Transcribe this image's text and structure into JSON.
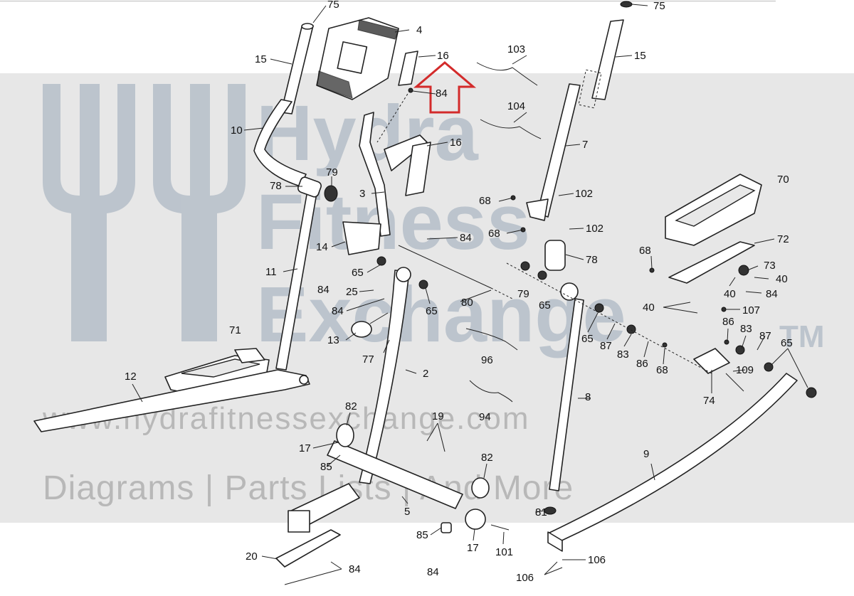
{
  "watermark": {
    "brand_lines": [
      "Hydra",
      "Fitness",
      "Exchange"
    ],
    "trademark": "TM",
    "url": "www.hydrafitnessexchange.com",
    "tagline": "Diagrams | Parts Lists | And More"
  },
  "callouts": [
    {
      "id": "c75a",
      "text": "75"
    },
    {
      "id": "c75b",
      "text": "75"
    },
    {
      "id": "c4",
      "text": "4"
    },
    {
      "id": "c16a",
      "text": "16"
    },
    {
      "id": "c103",
      "text": "103"
    },
    {
      "id": "c15a",
      "text": "15"
    },
    {
      "id": "c15b",
      "text": "15"
    },
    {
      "id": "c84a",
      "text": "84"
    },
    {
      "id": "c104",
      "text": "104"
    },
    {
      "id": "c10",
      "text": "10"
    },
    {
      "id": "c16b",
      "text": "16"
    },
    {
      "id": "c7",
      "text": "7"
    },
    {
      "id": "c78a",
      "text": "78"
    },
    {
      "id": "c79a",
      "text": "79"
    },
    {
      "id": "c3",
      "text": "3"
    },
    {
      "id": "c68a",
      "text": "68"
    },
    {
      "id": "c102a",
      "text": "102"
    },
    {
      "id": "c70",
      "text": "70"
    },
    {
      "id": "c84b",
      "text": "84"
    },
    {
      "id": "c68b",
      "text": "68"
    },
    {
      "id": "c102b",
      "text": "102"
    },
    {
      "id": "c72",
      "text": "72"
    },
    {
      "id": "c14",
      "text": "14"
    },
    {
      "id": "c78b",
      "text": "78"
    },
    {
      "id": "c68c",
      "text": "68"
    },
    {
      "id": "c11",
      "text": "11"
    },
    {
      "id": "c65a",
      "text": "65"
    },
    {
      "id": "c73",
      "text": "73"
    },
    {
      "id": "c40a",
      "text": "40"
    },
    {
      "id": "c84c",
      "text": "84"
    },
    {
      "id": "c25",
      "text": "25"
    },
    {
      "id": "c79b",
      "text": "79"
    },
    {
      "id": "c65b",
      "text": "65"
    },
    {
      "id": "c40b",
      "text": "40"
    },
    {
      "id": "c84d",
      "text": "84"
    },
    {
      "id": "c80",
      "text": "80"
    },
    {
      "id": "c65c",
      "text": "65"
    },
    {
      "id": "c84e",
      "text": "84"
    },
    {
      "id": "c40c",
      "text": "40"
    },
    {
      "id": "c107",
      "text": "107"
    },
    {
      "id": "c13",
      "text": "13"
    },
    {
      "id": "c86a",
      "text": "86"
    },
    {
      "id": "c83a",
      "text": "83"
    },
    {
      "id": "c71",
      "text": "71"
    },
    {
      "id": "c65d",
      "text": "65"
    },
    {
      "id": "c87a",
      "text": "87"
    },
    {
      "id": "c83b",
      "text": "83"
    },
    {
      "id": "c87b",
      "text": "87"
    },
    {
      "id": "c96",
      "text": "96"
    },
    {
      "id": "c77",
      "text": "77"
    },
    {
      "id": "c86b",
      "text": "86"
    },
    {
      "id": "c68d",
      "text": "68"
    },
    {
      "id": "c65e",
      "text": "65"
    },
    {
      "id": "c109",
      "text": "109"
    },
    {
      "id": "c12",
      "text": "12"
    },
    {
      "id": "c2",
      "text": "2"
    },
    {
      "id": "c74",
      "text": "74"
    },
    {
      "id": "c8",
      "text": "8"
    },
    {
      "id": "c82a",
      "text": "82"
    },
    {
      "id": "c94",
      "text": "94"
    },
    {
      "id": "c19",
      "text": "19"
    },
    {
      "id": "c17a",
      "text": "17"
    },
    {
      "id": "c82b",
      "text": "82"
    },
    {
      "id": "c85a",
      "text": "85"
    },
    {
      "id": "c9",
      "text": "9"
    },
    {
      "id": "c5",
      "text": "5"
    },
    {
      "id": "c81",
      "text": "81"
    },
    {
      "id": "c85b",
      "text": "85"
    },
    {
      "id": "c17b",
      "text": "17"
    },
    {
      "id": "c101",
      "text": "101"
    },
    {
      "id": "c20",
      "text": "20"
    },
    {
      "id": "c106a",
      "text": "106"
    },
    {
      "id": "c84f",
      "text": "84"
    },
    {
      "id": "c84g",
      "text": "84"
    },
    {
      "id": "c106b",
      "text": "106"
    }
  ]
}
